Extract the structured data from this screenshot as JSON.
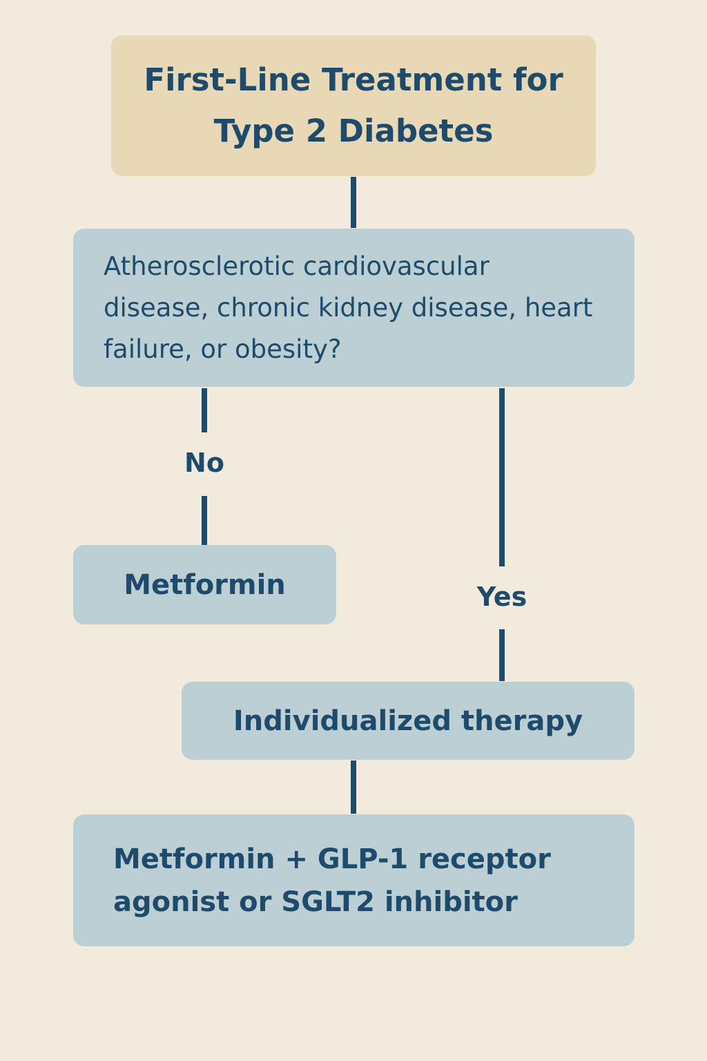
{
  "title": "First-Line Treatment for Type 2 Diabetes",
  "question": "Atherosclerotic cardiovascular disease, chronic kidney disease, heart failure, or obesity?",
  "branches": {
    "no_label": "No",
    "yes_label": "Yes"
  },
  "outcomes": {
    "no_outcome": "Metformin",
    "yes_outcome": "Individualized therapy",
    "final_outcome": "Metformin + GLP-1 receptor agonist or SGLT2 inhibitor"
  },
  "colors": {
    "background": "#F1EADD",
    "title_box": "#E8D8B5",
    "node_box": "#BCCFD5",
    "text_and_lines": "#1E4A6B"
  }
}
